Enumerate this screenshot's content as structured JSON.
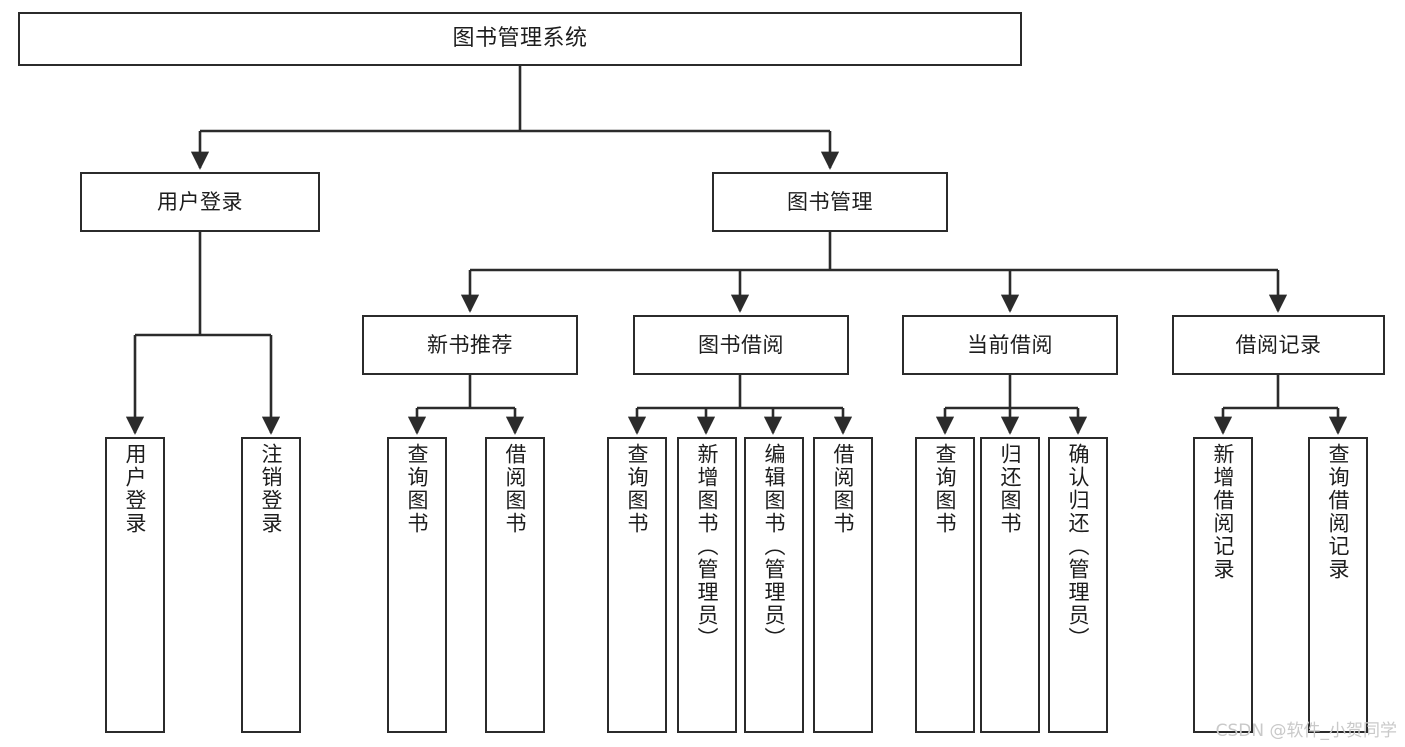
{
  "diagram": {
    "title": "图书管理系统",
    "type": "hierarchy-tree",
    "orientation": "top-down",
    "colors": {
      "background": "#ffffff",
      "border": "#2b2b2b",
      "text": "#1d1d1d",
      "edge": "#2b2b2b",
      "watermark": "#c9c9c9"
    }
  },
  "nodes": {
    "root": {
      "label": "图书管理系统",
      "level": 0,
      "orientation": "horizontal"
    },
    "l1": [
      {
        "label": "用户登录",
        "orientation": "horizontal"
      },
      {
        "label": "图书管理",
        "orientation": "horizontal"
      }
    ],
    "l2": [
      {
        "label": "新书推荐",
        "orientation": "horizontal"
      },
      {
        "label": "图书借阅",
        "orientation": "horizontal"
      },
      {
        "label": "当前借阅",
        "orientation": "horizontal"
      },
      {
        "label": "借阅记录",
        "orientation": "horizontal"
      }
    ],
    "leaves": {
      "user_login": [
        {
          "label": "用户登录",
          "orientation": "vertical"
        },
        {
          "label": "注销登录",
          "orientation": "vertical"
        }
      ],
      "new_book_recommend": [
        {
          "label": "查询图书",
          "orientation": "vertical"
        },
        {
          "label": "借阅图书",
          "orientation": "vertical"
        }
      ],
      "book_borrow": [
        {
          "label": "查询图书",
          "orientation": "vertical"
        },
        {
          "label": "新增图书（管理员）",
          "orientation": "vertical"
        },
        {
          "label": "编辑图书（管理员）",
          "orientation": "vertical"
        },
        {
          "label": "借阅图书",
          "orientation": "vertical"
        }
      ],
      "current_borrow": [
        {
          "label": "查询图书",
          "orientation": "vertical"
        },
        {
          "label": "归还图书",
          "orientation": "vertical"
        },
        {
          "label": "确认归还（管理员）",
          "orientation": "vertical"
        }
      ],
      "borrow_record": [
        {
          "label": "新增借阅记录",
          "orientation": "vertical"
        },
        {
          "label": "查询借阅记录",
          "orientation": "vertical"
        }
      ]
    }
  },
  "watermark": {
    "text": "CSDN @软件_小贺同学"
  }
}
